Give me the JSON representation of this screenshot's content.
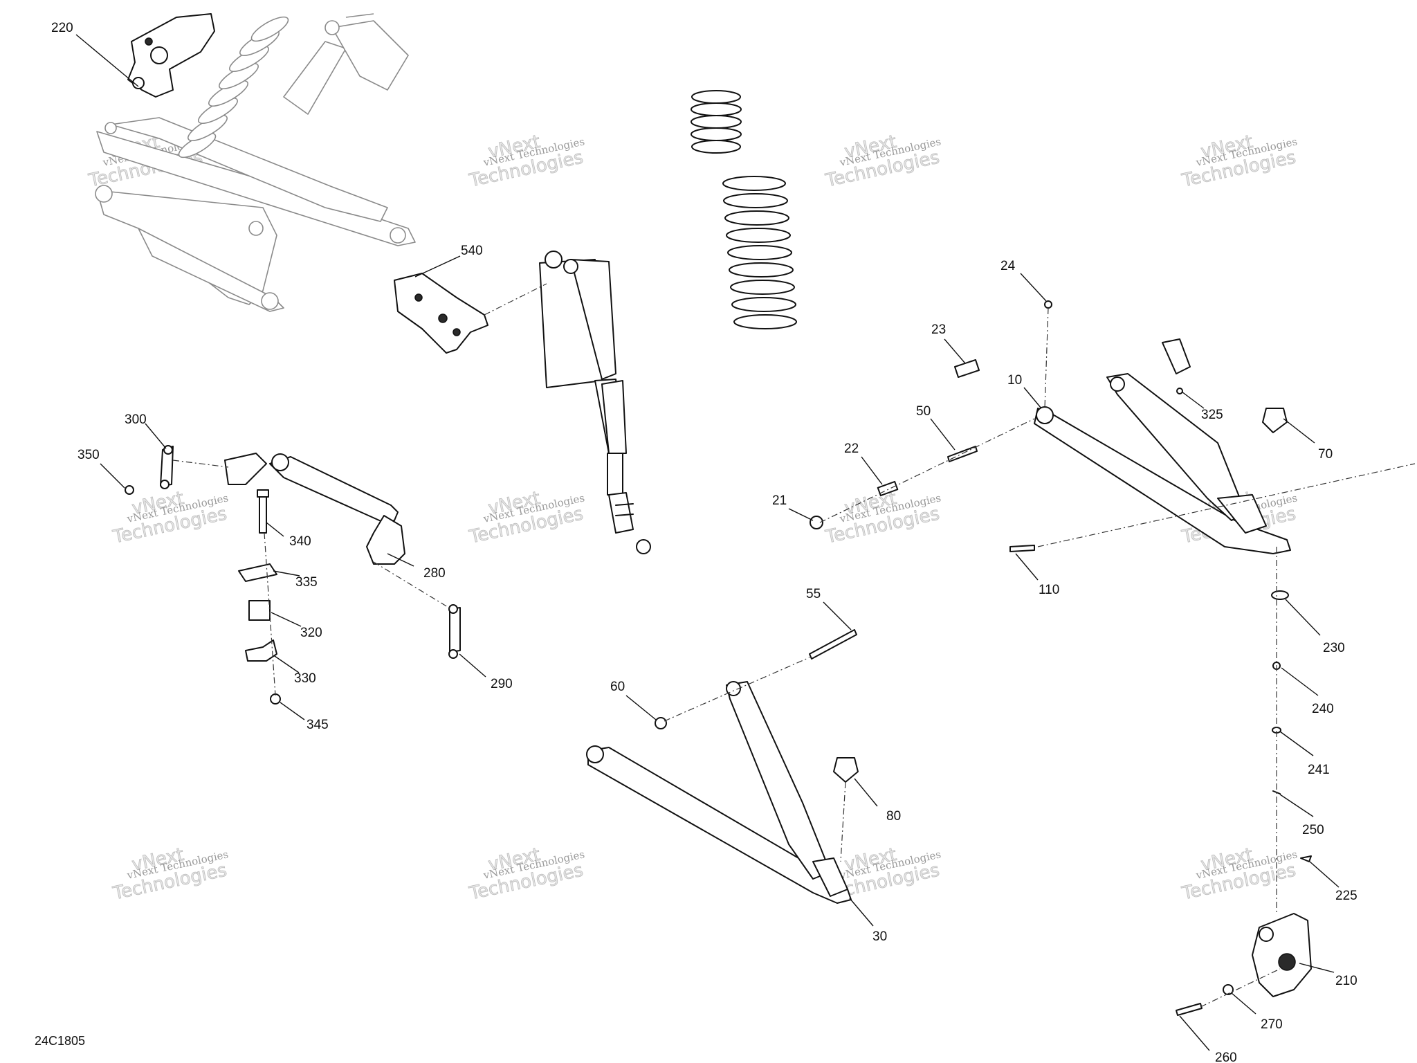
{
  "diagram_id": "24C1805",
  "watermark": {
    "line1": "vNext Technologies",
    "line2": "Technologies",
    "line3": "vNext"
  },
  "callouts": [
    "220",
    "540",
    "24",
    "23",
    "10",
    "325",
    "70",
    "300",
    "350",
    "50",
    "22",
    "21",
    "340",
    "280",
    "335",
    "320",
    "330",
    "345",
    "290",
    "110",
    "55",
    "230",
    "60",
    "240",
    "241",
    "80",
    "250",
    "225",
    "30",
    "210",
    "270",
    "260"
  ],
  "colors": {
    "line": "#111111",
    "ghost": "#8a8a8a",
    "watermark": "#bdbdbd"
  }
}
